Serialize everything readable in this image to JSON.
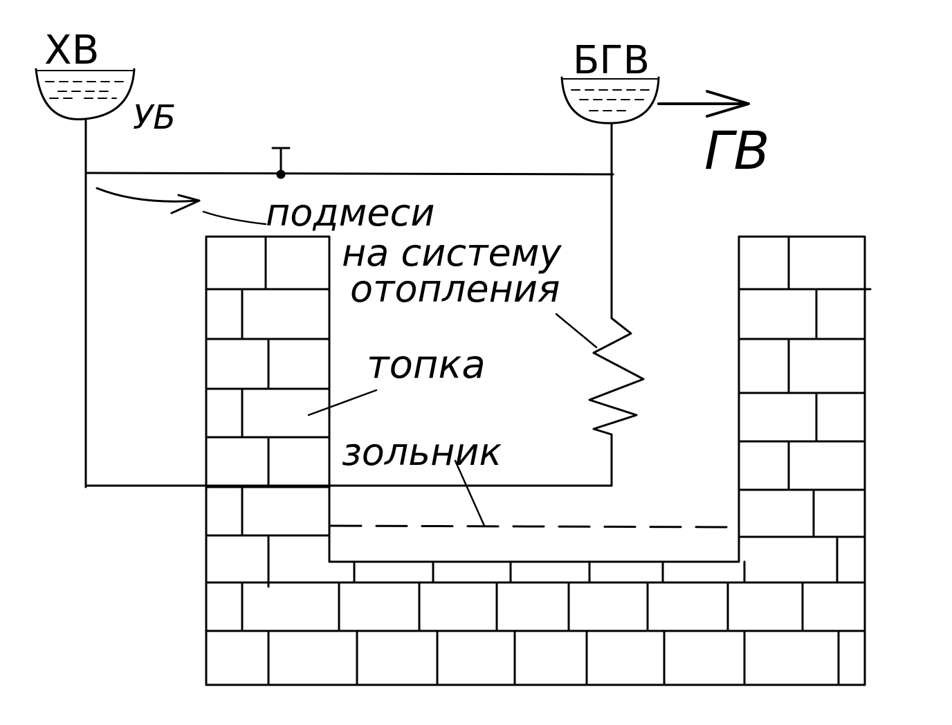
{
  "labels": {
    "cold_water": "ХВ",
    "tank_code": "УБ",
    "hot_tank": "БГВ",
    "hot_water": "ГВ",
    "mixing": "подмеси",
    "heating_line1": "на систему",
    "heating_line2": "отопления",
    "firebox": "топка",
    "ash_pit": "зольник"
  },
  "colors": {
    "ink": "#000000",
    "background": "#ffffff"
  }
}
